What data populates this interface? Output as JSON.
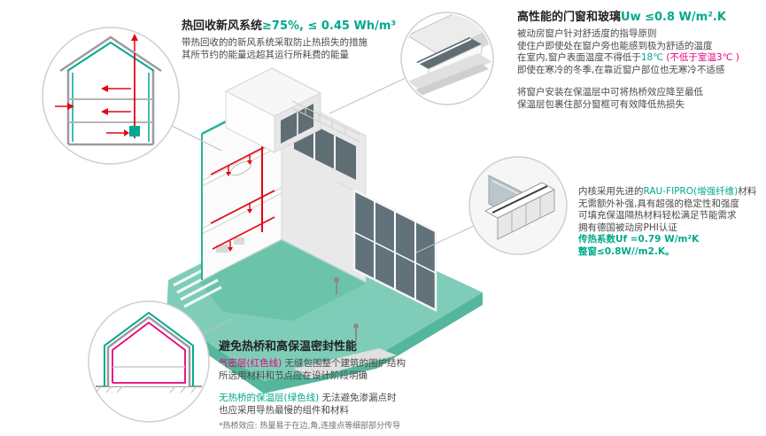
{
  "colors": {
    "teal_accent": "#00a98c",
    "magenta_accent": "#e5007d",
    "duct_red": "#e30613",
    "platform_teal": "#7fcdb8",
    "text_dark": "#4a4a4a",
    "callout_ring_gray": "#cfcfcf"
  },
  "sections": {
    "heat_recovery": {
      "title": "热回收新风系统",
      "title_value": "≥75%, ≤ 0.45 Wh/m³",
      "lines": [
        "带热回收的的新风系统采取防止热损失的措施",
        "其所节约的能量远超其运行所耗费的能量"
      ]
    },
    "windows": {
      "title": "高性能的门窗和玻璃",
      "title_value": "Uw ≤0.8 W/m².K",
      "lines_intro": [
        "被动房窗户针对舒适度的指导原则",
        "使住户即使处在窗户旁也能感到极为舒适的温度"
      ],
      "temp_prefix": "在室内,窗户表面温度不得低于",
      "temp_value": "18℃",
      "temp_note": " (不低于室温3℃ )",
      "line_winter": "即使在寒冷的冬季,在靠近窗户部位也无寒冷不适感",
      "lines_install": [
        "将窗户安装在保温层中可将热桥效应降至最低",
        "保温层包裹住部分窗框可有效降低热损失"
      ]
    },
    "profile": {
      "core_prefix": "内核采用先进的",
      "core_highlight": "RAU-FIPRO(增强纤维)",
      "core_suffix": "材料",
      "lines": [
        "无需额外补强,具有超强的稳定性和强度",
        "可填充保温隔热材料轻松满足节能需求",
        "拥有德国被动房PHI认证"
      ],
      "u_frame": "传热系数Uf =0.79 W/m²K",
      "u_window": "整窗≤0.8W//m2.K。"
    },
    "thermal_bridge": {
      "title": "避免热桥和高保温密封性能",
      "airtight_label": "气密层(红色线)",
      "airtight_rest": " 无缝包围整个建筑的围护结构",
      "airtight_line2": "所选用材料和节点应在设计阶段明确",
      "insulation_label": "无热桥的保温层(绿色线)",
      "insulation_rest": " 无法避免渗漏点时",
      "insulation_line2": "也应采用导热最慢的组件和材料",
      "footnote": "*热桥效应: 热量易于在边,角,连接点等细部部分传导"
    }
  }
}
